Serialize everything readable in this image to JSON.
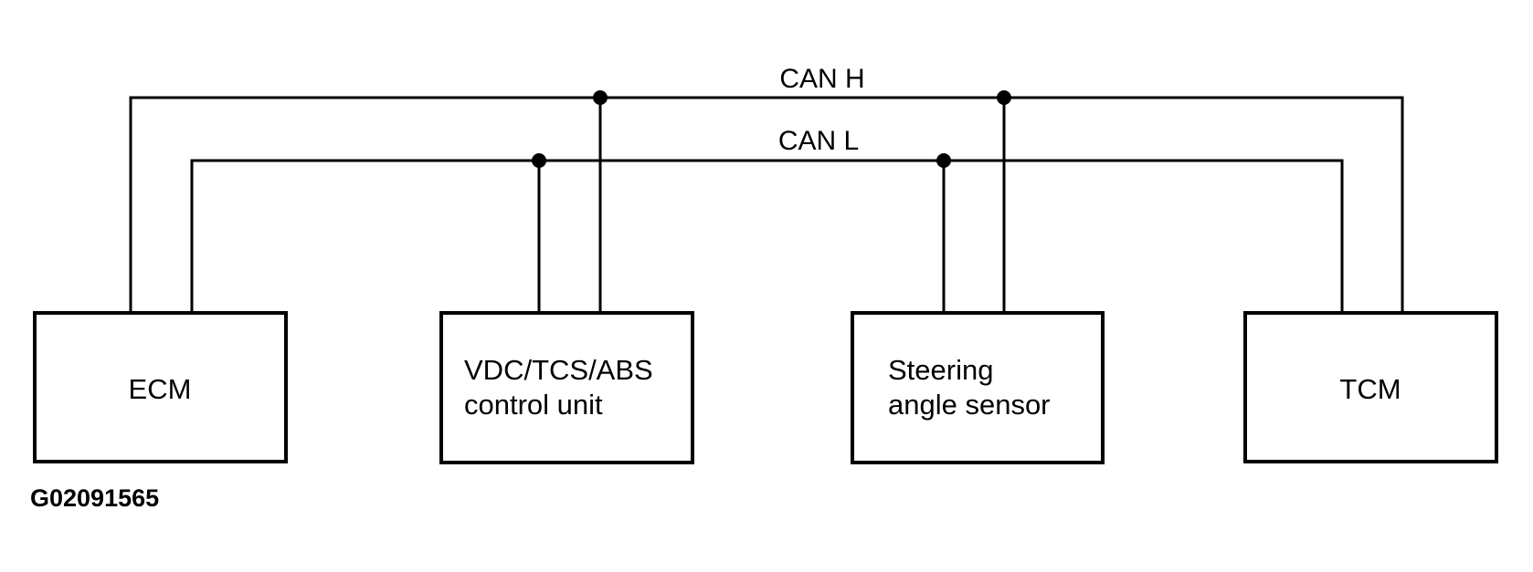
{
  "diagram": {
    "type": "wiring-diagram",
    "bus": {
      "can_h_label": "CAN H",
      "can_l_label": "CAN L"
    },
    "nodes": [
      {
        "id": "ecm",
        "lines": [
          "ECM"
        ]
      },
      {
        "id": "vdc-tcs-abs",
        "lines": [
          "VDC/TCS/ABS",
          "control unit"
        ]
      },
      {
        "id": "steering-angle-sensor",
        "lines": [
          "Steering",
          "angle sensor"
        ]
      },
      {
        "id": "tcm",
        "lines": [
          "TCM"
        ]
      }
    ],
    "figure_id": "G02091565",
    "colors": {
      "line": "#000000",
      "background": "#ffffff"
    }
  }
}
